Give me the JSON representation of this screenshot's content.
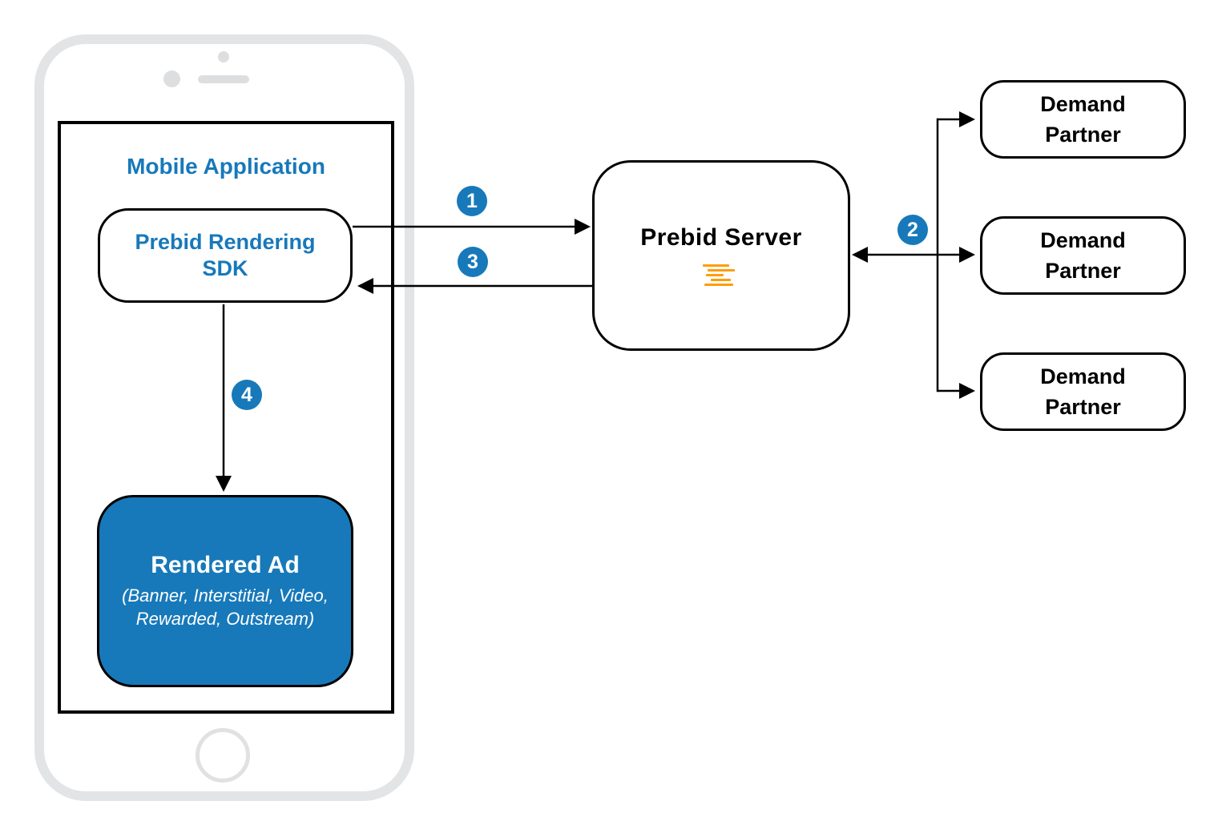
{
  "diagram": {
    "mobile_app": {
      "title": "Mobile Application",
      "sdk_label": "Prebid Rendering SDK"
    },
    "rendered_ad": {
      "title": "Rendered Ad",
      "subtitle_line1": "(Banner, Interstitial, Video,",
      "subtitle_line2": "Rewarded, Outstream)"
    },
    "prebid_server": {
      "label": "Prebid Server",
      "logo_icon": "prebid-logo-orange-lines"
    },
    "demand_partners": [
      {
        "label": "Demand Partner"
      },
      {
        "label": "Demand Partner"
      },
      {
        "label": "Demand Partner"
      }
    ],
    "steps": [
      {
        "number": "1"
      },
      {
        "number": "2"
      },
      {
        "number": "3"
      },
      {
        "number": "4"
      }
    ],
    "colors": {
      "accent_blue": "#1779BA",
      "logo_orange": "#FF9C07",
      "phone_gray": "#E2E4E6",
      "line_black": "#000000"
    }
  }
}
